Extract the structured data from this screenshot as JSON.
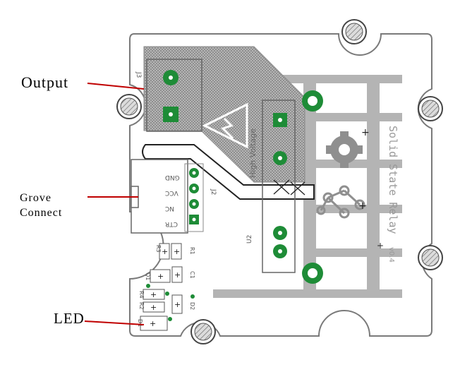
{
  "callouts": {
    "output": "Output",
    "grove_connect_line1": "Grove",
    "grove_connect_line2": "Connect",
    "led": "LED"
  },
  "board": {
    "silkscreen": {
      "j3": "J3",
      "j2": "J2",
      "u2": "U2",
      "gnd": "GND",
      "vcc": "VCC",
      "nc": "NC",
      "ctr": "CTR",
      "r3": "R3",
      "r1": "R1",
      "q1": "Q1",
      "c1": "C1",
      "r2": "R2",
      "r4": "R4",
      "d1": "D1",
      "d2": "D2",
      "high_voltage": "High Voltage",
      "product_name": "Solid State Relay",
      "version": "v0.4"
    }
  },
  "colors": {
    "board_outline": "#7a7a7a",
    "trace": "#b4b4b4",
    "hatch": "#8c8c8c",
    "pad_green": "#1e8c37",
    "callout_line": "#c00000"
  }
}
